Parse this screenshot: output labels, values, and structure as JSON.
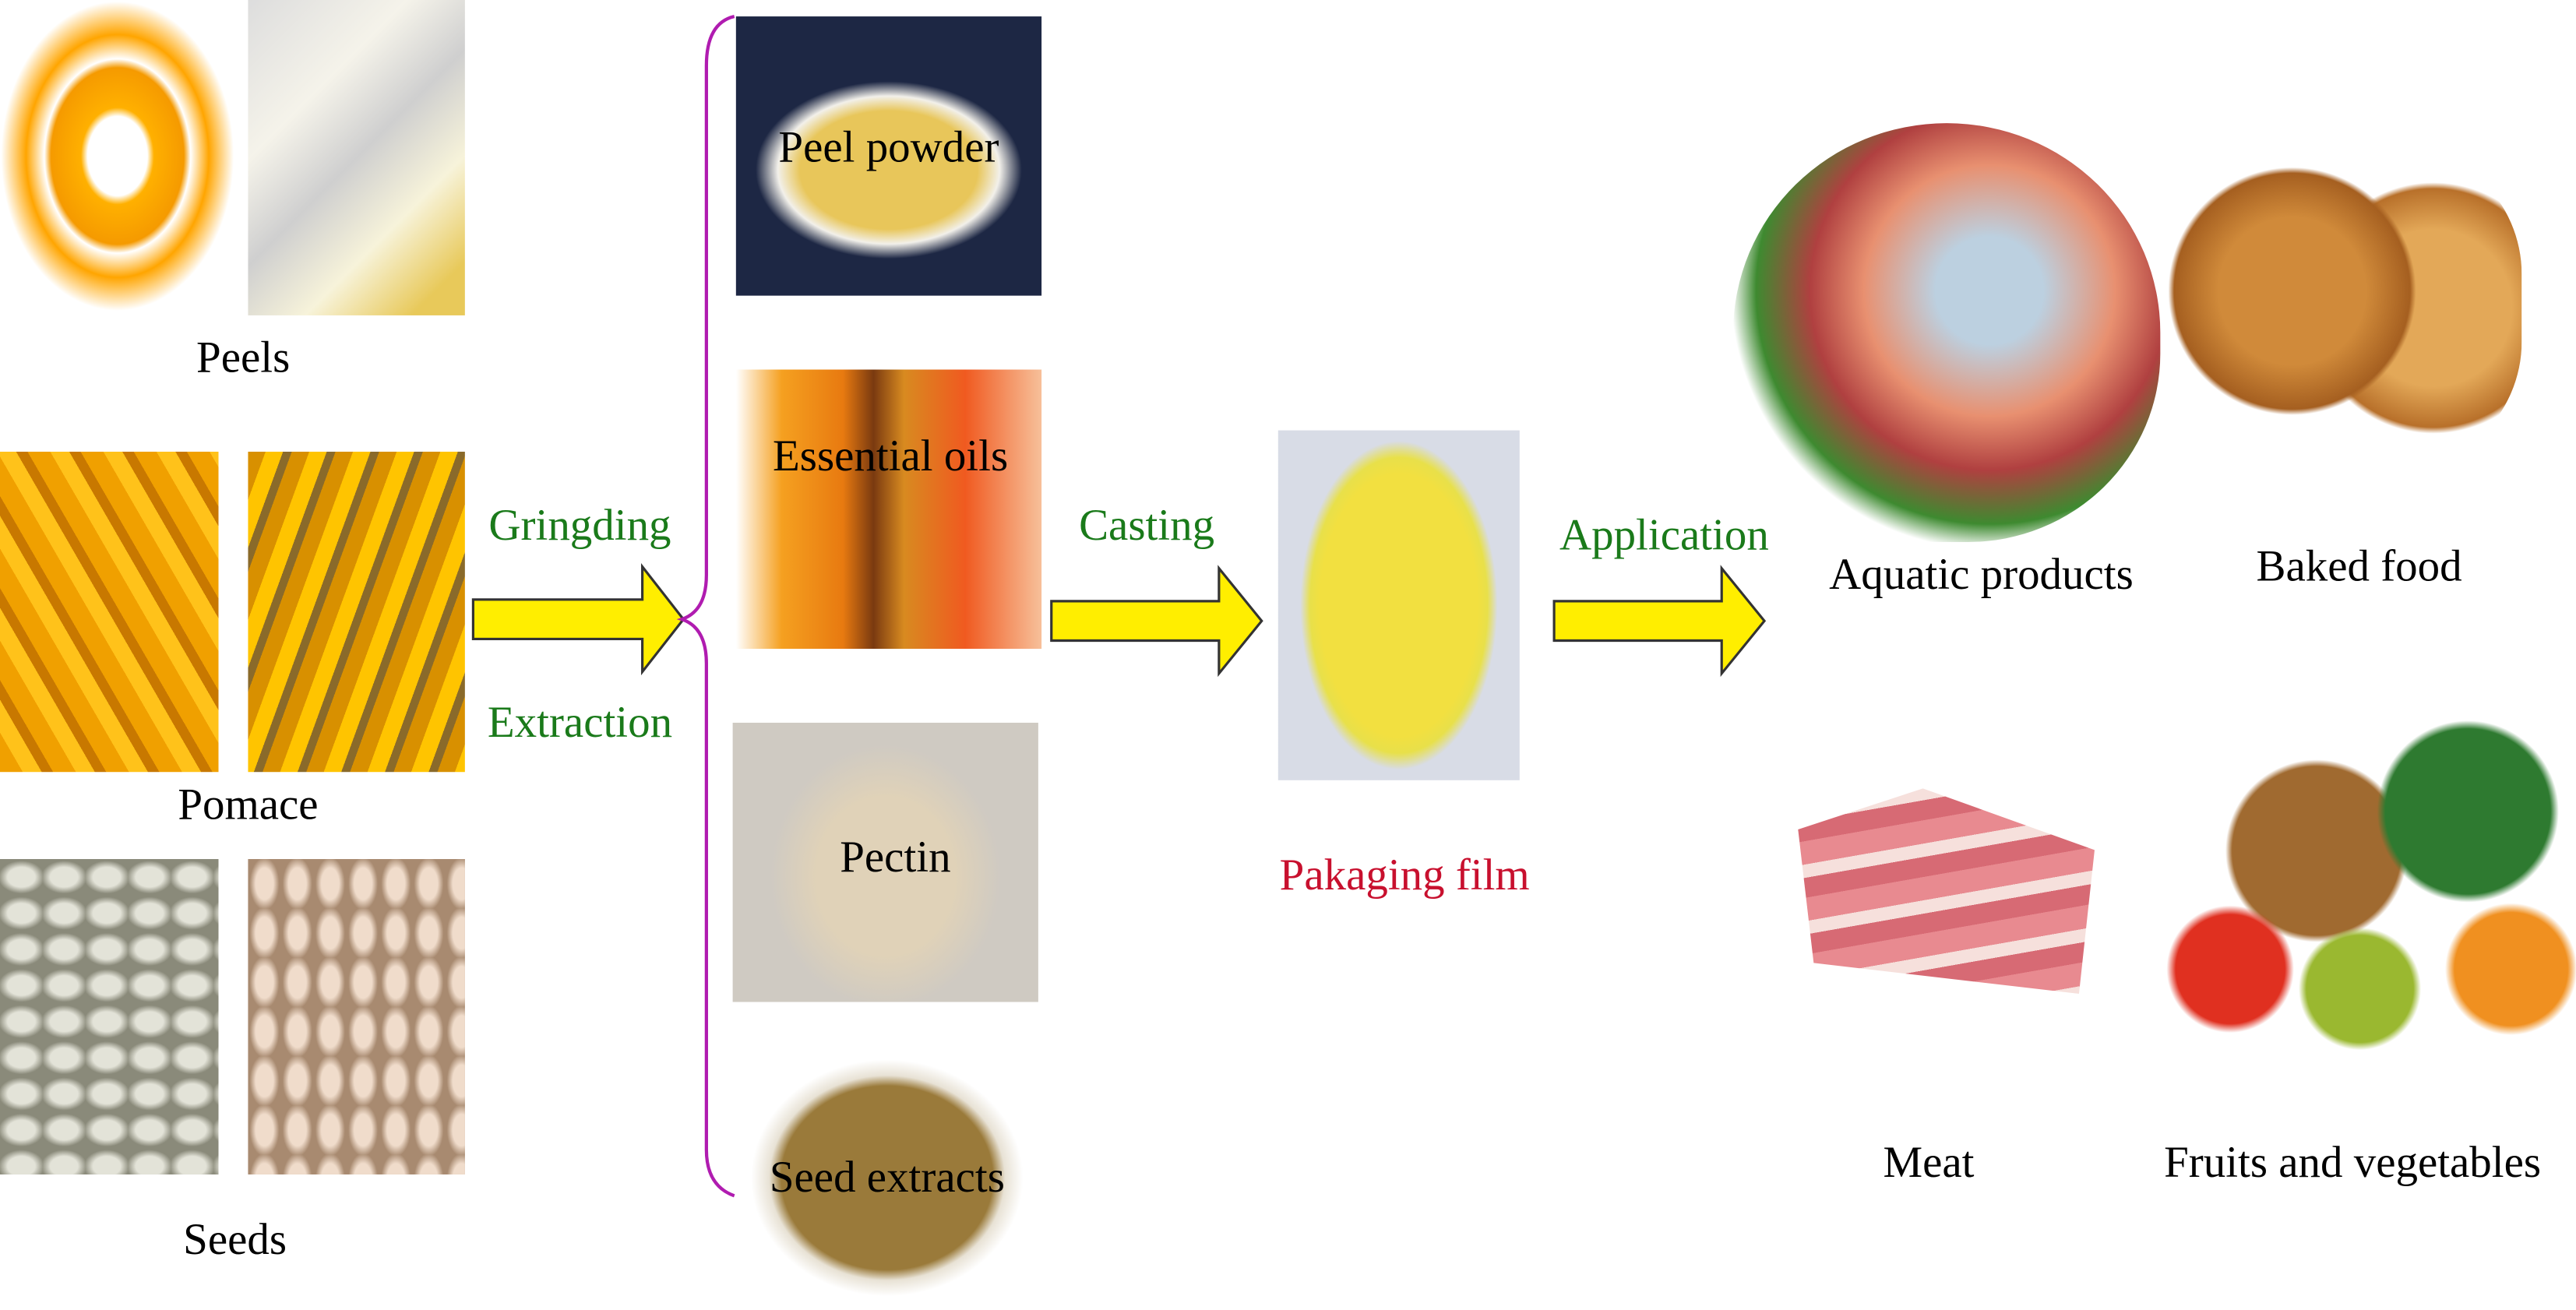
{
  "sources": {
    "peels": "Peels",
    "pomace": "Pomace",
    "seeds": "Seeds"
  },
  "process": {
    "step1_top": "Gringding",
    "step1_bottom": "Extraction",
    "step2": "Casting",
    "step3": "Application"
  },
  "products": {
    "peel_powder": "Peel powder",
    "essential_oils": "Essential oils",
    "pectin": "Pectin",
    "seed_extracts": "Seed extracts"
  },
  "film": {
    "label": "Pakaging film"
  },
  "applications": {
    "aquatic": "Aquatic products",
    "baked": "Baked food",
    "meat": "Meat",
    "fruits": "Fruits and vegetables"
  },
  "colors": {
    "step_text": "#1a7a1a",
    "film_text": "#c8102e",
    "arrow": "#ffee00",
    "bracket": "#b01cb0"
  }
}
